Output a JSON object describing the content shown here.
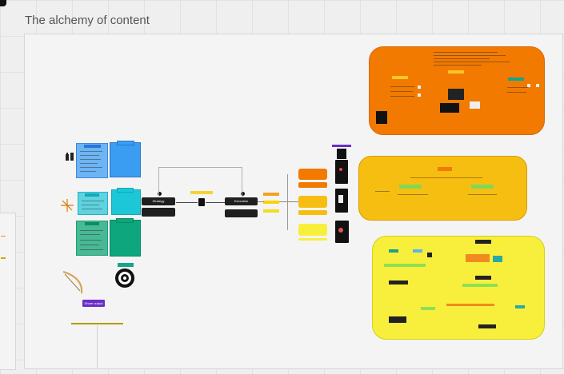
{
  "board": {
    "title": "The alchemy of content"
  },
  "nodes": {
    "strategy_label": "Strategy",
    "execution_label": "Execution",
    "publish_label": "Share output"
  },
  "colors": {
    "blue": "#3a9df2",
    "cyan": "#1cc7d7",
    "teal": "#0ea67d",
    "dark": "#1f1f1f",
    "orange": "#f27a00",
    "amber": "#f7be12",
    "yellow": "#f8ef3c",
    "purple": "#6a2fc7"
  }
}
